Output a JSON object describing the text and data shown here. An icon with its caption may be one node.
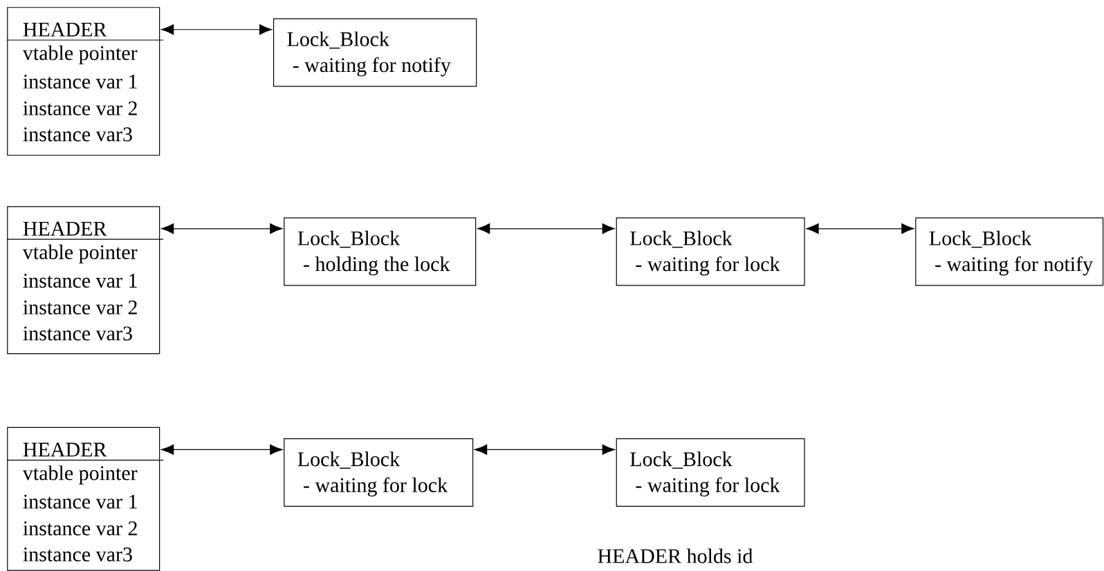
{
  "diagram": {
    "nodes": [
      {
        "text": [
          "HEADER",
          "vtable pointer",
          "instance var 1",
          "instance var 2",
          "instance var3"
        ]
      },
      {
        "text": [
          "Lock_Block",
          "- waiting for notify"
        ]
      },
      {
        "text": [
          "HEADER",
          "vtable pointer",
          "instance var 1",
          "instance var 2",
          "instance var3"
        ]
      },
      {
        "text": [
          "Lock_Block",
          "- holding the lock"
        ]
      },
      {
        "text": [
          "Lock_Block",
          "- waiting for lock"
        ]
      },
      {
        "text": [
          "Lock_Block",
          "- waiting for notify"
        ]
      },
      {
        "text": [
          "HEADER",
          "vtable pointer",
          "instance var 1",
          "instance var 2",
          "instance var3"
        ]
      },
      {
        "text": [
          "Lock_Block",
          "- waiting for lock"
        ]
      },
      {
        "text": [
          "Lock_Block",
          "- waiting for lock"
        ]
      }
    ],
    "edges": [
      {
        "from": 0,
        "to": 1,
        "arrow": "both"
      },
      {
        "from": 2,
        "to": 3,
        "arrow": "both"
      },
      {
        "from": 3,
        "to": 4,
        "arrow": "both"
      },
      {
        "from": 4,
        "to": 5,
        "arrow": "both"
      },
      {
        "from": 6,
        "to": 7,
        "arrow": "both"
      },
      {
        "from": 7,
        "to": 8,
        "arrow": "both"
      }
    ],
    "labels": [
      "HEADER holds id"
    ]
  }
}
